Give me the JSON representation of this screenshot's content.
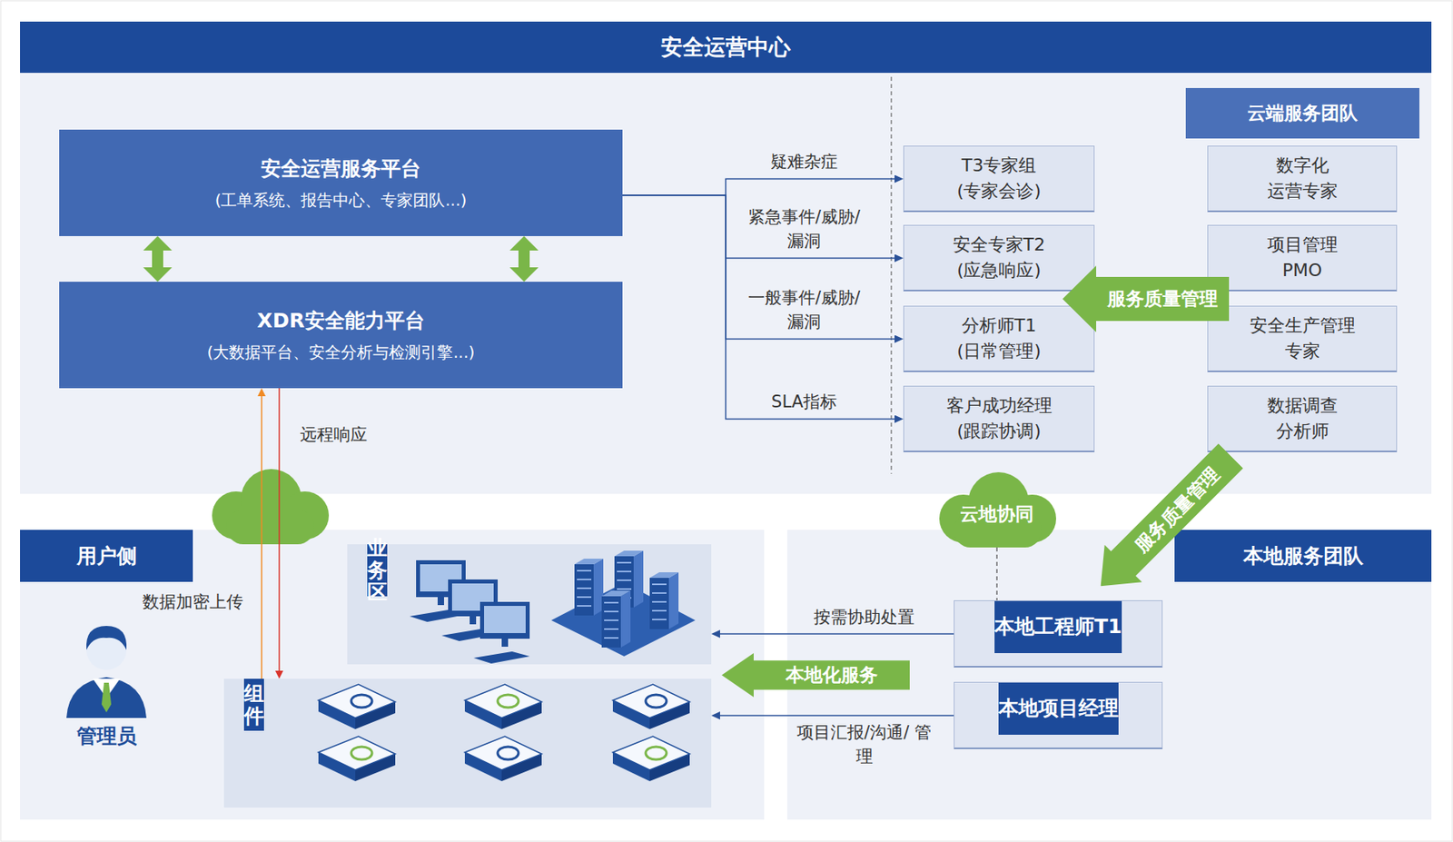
{
  "diagram": {
    "title": "安全运营中心",
    "nodes": [
      {
        "text": [
          "安全运营服务平台",
          "(工单系统、报告中心、专家团队...)"
        ]
      },
      {
        "text": [
          "XDR安全能力平台",
          "(大数据平台、安全分析与检测引擎...)"
        ]
      },
      {
        "text": [
          "T3专家组 (专家会诊)"
        ]
      },
      {
        "text": [
          "安全专家T2 (应急响应)"
        ]
      },
      {
        "text": [
          "分析师T1 (日常管理)"
        ]
      },
      {
        "text": [
          "客户成功经理 (跟踪协调)"
        ]
      },
      {
        "text": [
          "云端服务团队"
        ]
      },
      {
        "text": [
          "数字化 运营专家"
        ]
      },
      {
        "text": [
          "项目管理 PMO"
        ]
      },
      {
        "text": [
          "服务质量管理"
        ]
      },
      {
        "text": [
          "安全生产管理 专家"
        ]
      },
      {
        "text": [
          "数据调查 分析师"
        ]
      },
      {
        "text": [
          "云地协同"
        ]
      },
      {
        "text": [
          "服务质量管理"
        ]
      },
      {
        "text": [
          "用户侧"
        ]
      },
      {
        "text": [
          "业务区"
        ],
        "in": 14
      },
      {
        "text": [
          "组件"
        ],
        "in": 14
      },
      {
        "text": [
          "本地服务团队"
        ]
      },
      {
        "text": [
          "本地工程师T1"
        ],
        "in": 17
      },
      {
        "text": [
          "本地化服务"
        ]
      },
      {
        "text": [
          "本地项目经理"
        ],
        "in": 17
      }
    ],
    "edges": [
      {
        "from": 0,
        "to": 2,
        "arrow": "to",
        "label": "疑难杂症"
      },
      {
        "from": 0,
        "to": 3,
        "arrow": "to",
        "label": "紧急事件/威胁/ 漏洞"
      },
      {
        "from": 0,
        "to": 4,
        "arrow": "to",
        "label": "一般事件/威胁/ 漏洞"
      },
      {
        "from": 0,
        "to": 5,
        "arrow": "to",
        "label": "SLA指标"
      },
      {
        "from": 0,
        "to": 1,
        "arrow": "both"
      },
      {
        "from": 0,
        "to": 1,
        "arrow": "both"
      },
      {
        "from": 1,
        "to": 16,
        "arrow": "to",
        "label": "远程响应"
      },
      {
        "from": 16,
        "to": 1,
        "arrow": "to",
        "label": "数据加密上传"
      },
      {
        "from": 12,
        "to": 18,
        "arrow": "none"
      },
      {
        "from": 18,
        "to": 15,
        "arrow": "to",
        "label": "按需协助处置"
      },
      {
        "from": 20,
        "to": 16,
        "arrow": "to",
        "label": "项目汇报/沟通/ 管理"
      }
    ],
    "labels": [
      "管理员"
    ]
  }
}
